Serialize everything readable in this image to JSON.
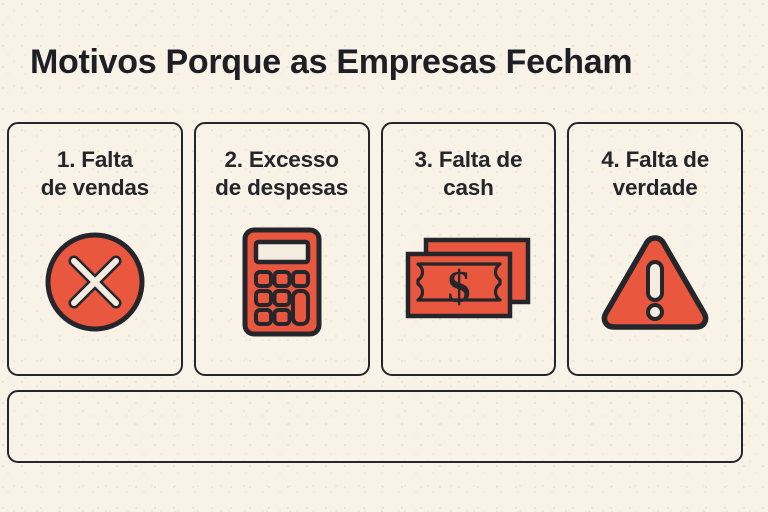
{
  "header": {
    "title": "Motivos Porque as Empresas Fecham"
  },
  "theme": {
    "background": "#f9f2e7",
    "ink": "#24262b",
    "accent_red": "#e9573f",
    "icon_highlight": "#f4ecdf"
  },
  "cards": [
    {
      "label": "1. Falta\nde vendas",
      "number": "1",
      "text": "Falta de vendas",
      "icon": "circle-x-icon"
    },
    {
      "label": "2. Excesso\nde despesas",
      "number": "2",
      "text": "Excesso de despesas",
      "icon": "calculator-icon"
    },
    {
      "label": "3. Falta de\ncash",
      "number": "3",
      "text": "Falta de cash",
      "icon": "banknotes-dollar-icon"
    },
    {
      "label": "4. Falta de\nverdade",
      "number": "4",
      "text": "Falta de verdade",
      "icon": "warning-triangle-icon"
    }
  ],
  "footer": {
    "caption": ""
  }
}
